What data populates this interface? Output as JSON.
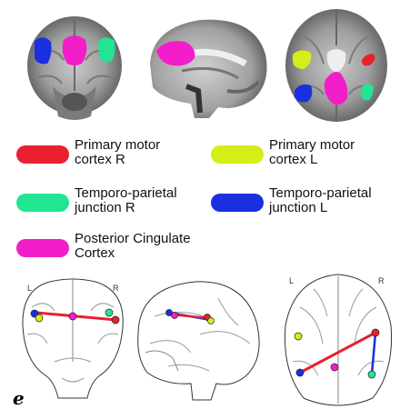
{
  "colors": {
    "pmc_r": "#e8202f",
    "pmc_l": "#d4ee17",
    "tpj_r": "#22e592",
    "tpj_l": "#1a2fe0",
    "pcc": "#f21ec9"
  },
  "legend": [
    {
      "label": "Primary motor\ncortex R",
      "color": "#e8202f"
    },
    {
      "label": "Primary motor\ncortex L",
      "color": "#d4ee17"
    },
    {
      "label": "Temporo-parietal\njunction R",
      "color": "#22e592"
    },
    {
      "label": "Temporo-parietal\njunction L",
      "color": "#1a2fe0"
    },
    {
      "label": "Posterior Cingulate\nCortex",
      "color": "#f21ec9"
    }
  ],
  "brain_views": {
    "coronal_left_label": "L",
    "coronal_right_label": "R",
    "axial_left_label": "L",
    "axial_right_label": "R"
  },
  "panel_letter": "e"
}
